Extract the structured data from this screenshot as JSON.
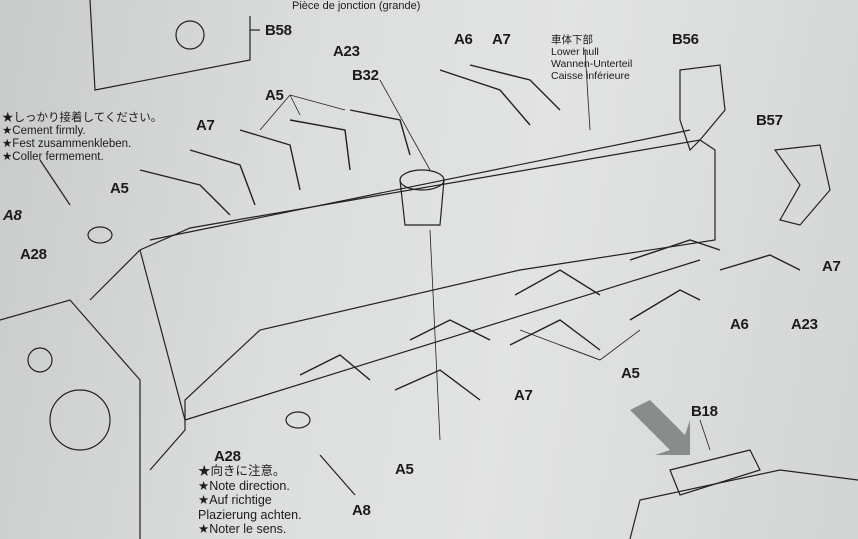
{
  "header_caption": "Pièce de jonction (grande)",
  "labels": {
    "b58": "B58",
    "a23_top": "A23",
    "a6_top": "A6",
    "a7_top": "A7",
    "b32": "B32",
    "a5_top": "A5",
    "b56": "B56",
    "b57": "B57",
    "a7_left": "A7",
    "a5_left": "A5",
    "a8_left": "A8",
    "a28_left": "A28",
    "a7_right": "A7",
    "a6_right": "A6",
    "a23_right": "A23",
    "a5_right": "A5",
    "a7_bottom": "A7",
    "b18": "B18",
    "a28_bottom": "A28",
    "a5_bottom": "A5",
    "a8_bottom": "A8"
  },
  "cement_note": [
    "★しっかり接着してください。",
    "★Cement firmly.",
    "★Fest zusammenkleben.",
    "★Coller fermement."
  ],
  "hull_label": [
    "車体下部",
    "Lower hull",
    "Wannen-Unterteil",
    "Caisse inférieure"
  ],
  "direction_note": [
    "★向きに注意。",
    "★Note direction.",
    "★Auf richtige",
    "Plazierung  achten.",
    "★Noter le sens."
  ]
}
